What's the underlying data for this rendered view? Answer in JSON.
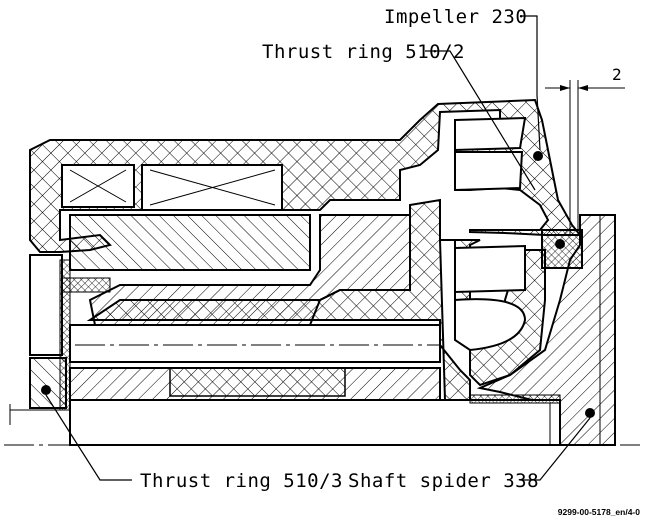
{
  "labels": {
    "impeller": "Impeller 230",
    "thrust_ring_2": "Thrust ring 510/2",
    "thrust_ring_3": "Thrust ring 510/3",
    "shaft_spider": "Shaft spider 338",
    "dimension": "2",
    "figure_code": "9299-00-5178_en/4-0"
  }
}
